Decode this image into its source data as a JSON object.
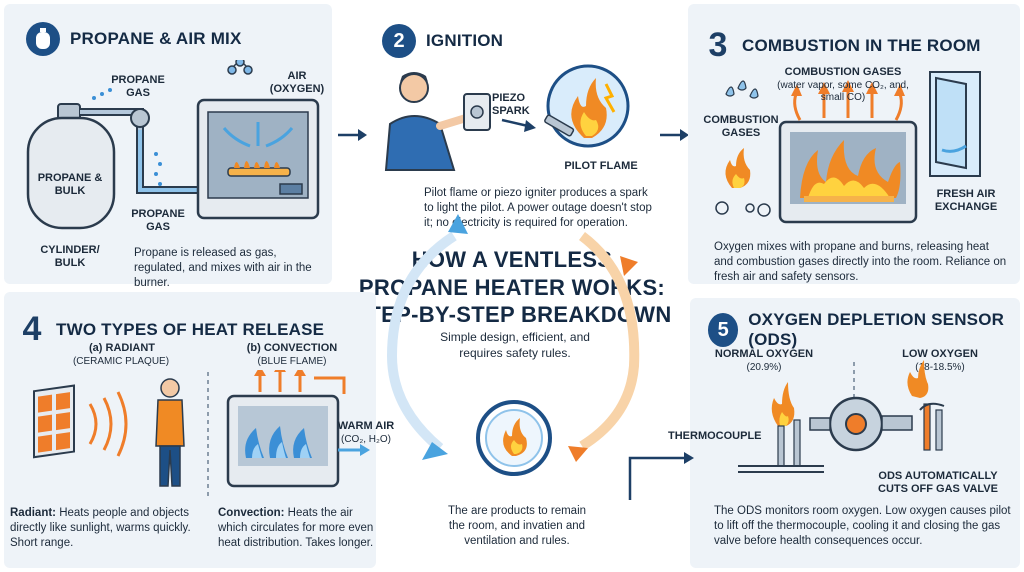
{
  "center": {
    "title_line1": "HOW A VENTLESS",
    "title_line2": "PROPANE HEATER WORKS:",
    "title_line3": "STEP-BY-STEP BREAKDOWN",
    "subtitle": "Simple design, efficient, and requires safety rules.",
    "bottom_note": "The are products to remain the room, and invatien and ventilation and rules."
  },
  "step1": {
    "number": "",
    "title": "PROPANE & AIR MIX",
    "label_propane_gas_top": "PROPANE GAS",
    "label_air": "AIR (OXYGEN)",
    "label_tank": "PROPANE & BULK",
    "label_propane_gas_bottom": "PROPANE GAS",
    "label_cylinder": "CYLINDER/ BULK",
    "description": "Propane is released as gas, regulated, and mixes with air in the burner."
  },
  "step2": {
    "number": "2",
    "title": "IGNITION",
    "label_piezo": "PIEZO SPARK",
    "label_pilot": "PILOT FLAME",
    "description": "Pilot flame or piezo igniter produces a spark to light the pilot. A power outage doesn't stop it; no electricity is required for operation."
  },
  "step3": {
    "number": "3",
    "title": "COMBUSTION IN THE ROOM",
    "label_gases_title": "COMBUSTION GASES",
    "label_gases_detail": "(water vapor, some CO₂, and, small CO)",
    "label_gases_left": "COMBUSTION GASES",
    "label_fresh_air": "FRESH AIR EXCHANGE",
    "description": "Oxygen mixes with propane and burns, releasing heat and combustion gases directly into the room. Reliance on fresh air and safety sensors."
  },
  "step4": {
    "number": "4",
    "title": "TWO TYPES OF HEAT RELEASE",
    "label_radiant": "(a) RADIANT",
    "label_radiant_sub": "(CERAMIC PLAQUE)",
    "label_convection": "(b) CONVECTION",
    "label_convection_sub": "(BLUE FLAME)",
    "label_warm_air": "WARM AIR",
    "label_warm_air_sub": "(CO₂, H₂O)",
    "radiant_bold": "Radiant:",
    "radiant_text": "Heats people and objects directly like sunlight, warms quickly. Short range.",
    "convection_bold": "Convection:",
    "convection_text": "Heats the air which circulates for more even heat distribution. Takes longer."
  },
  "step5": {
    "number": "5",
    "title": "OXYGEN DEPLETION SENSOR (ODS)",
    "label_normal": "NORMAL OXYGEN",
    "label_normal_val": "(20.9%)",
    "label_low": "LOW OXYGEN",
    "label_low_val": "(18-18.5%)",
    "label_thermo": "THERMOCOUPLE",
    "label_ods": "ODS AUTOMATICALLY CUTS OFF GAS VALVE",
    "description": "The ODS monitors room oxygen. Low oxygen causes pilot to lift off the thermocouple, cooling it and closing the gas valve before health consequences occur."
  },
  "colors": {
    "navy": "#1d4f86",
    "flame_orange": "#f08a24",
    "flame_yellow": "#ffd23f",
    "arrow_blue": "#4aa3df",
    "heat_orange": "#ef7d2a"
  },
  "icons": [
    "propane-tank-icon",
    "person-icon",
    "flame-icon",
    "window-icon",
    "thermocouple-icon"
  ]
}
